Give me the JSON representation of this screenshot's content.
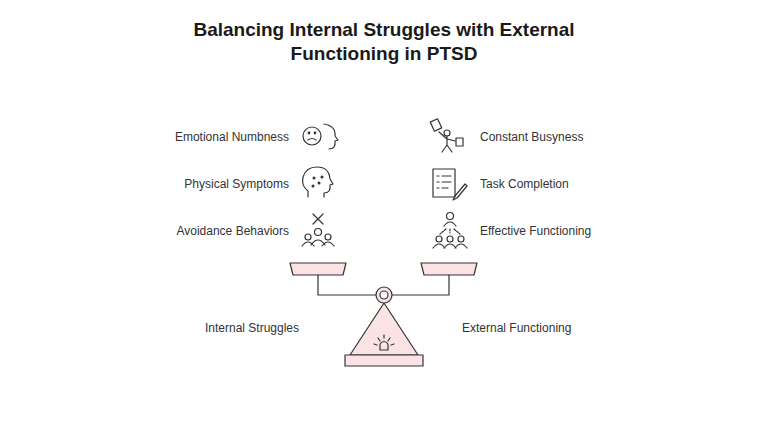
{
  "diagram": {
    "title": "Balancing Internal Struggles with External Functioning in PTSD",
    "labels": [
      "Emotional Numbness",
      "Constant Busyness",
      "Physical Symptoms",
      "Task Completion",
      "Avoidance Behaviors",
      "Effective Functioning",
      "Internal Struggles",
      "External Functioning"
    ]
  }
}
